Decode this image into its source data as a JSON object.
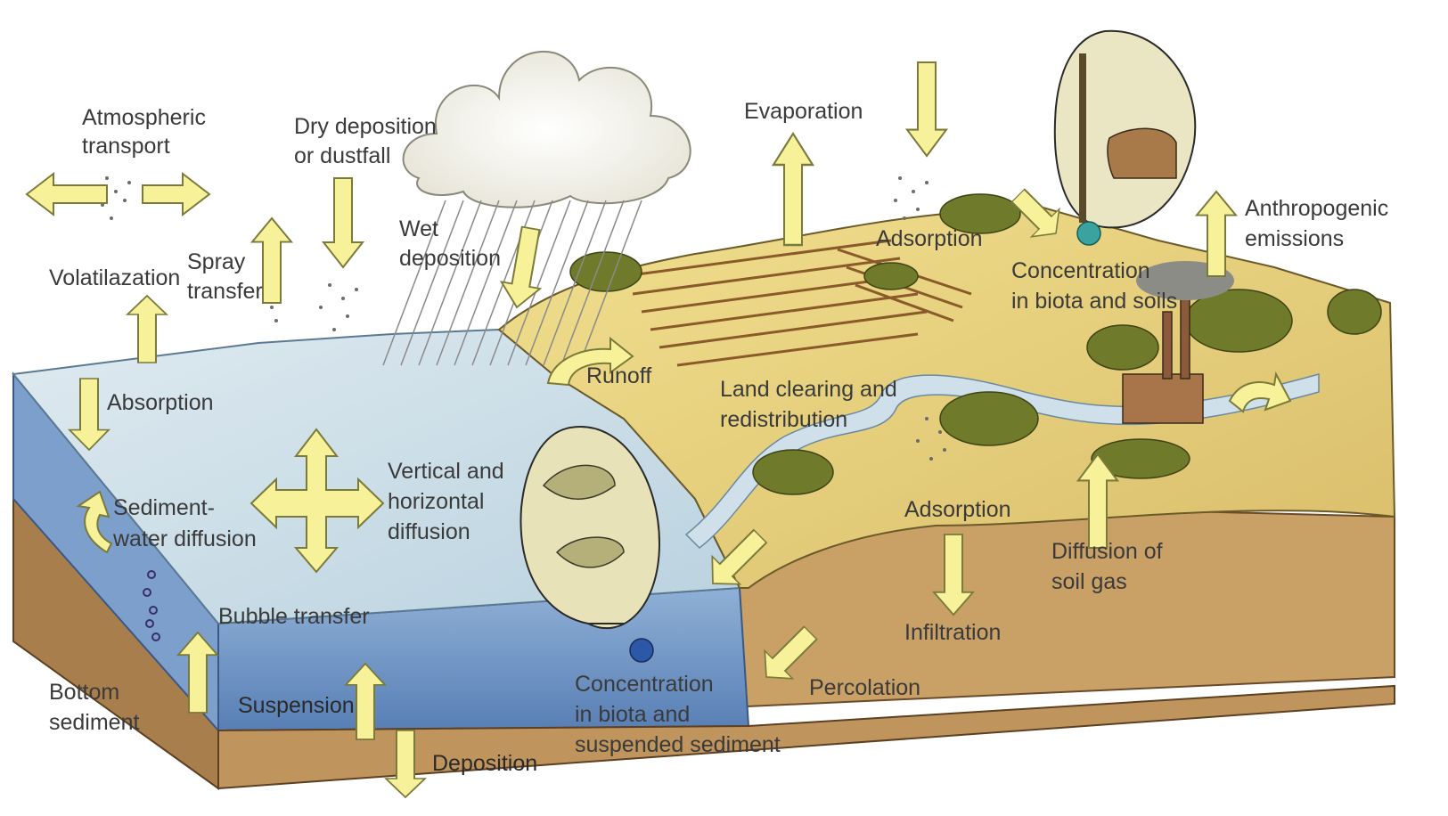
{
  "labels": {
    "atmospheric_transport": [
      "Atmospheric",
      "transport"
    ],
    "dry_deposition": [
      "Dry deposition",
      "or dustfall"
    ],
    "wet_deposition": [
      "Wet",
      "deposition"
    ],
    "evaporation": [
      "Evaporation"
    ],
    "adsorption_top": [
      "Adsorption"
    ],
    "anthropogenic_emissions": [
      "Anthropogenic",
      "emissions"
    ],
    "concentration_soils": [
      "Concentration",
      "in biota and soils"
    ],
    "volatilization": [
      "Volatilazation"
    ],
    "spray_transfer": [
      "Spray",
      "transfer"
    ],
    "runoff": [
      "Runoff"
    ],
    "land_clearing": [
      "Land clearing and",
      "redistribution"
    ],
    "absorption": [
      "Absorption"
    ],
    "vertical_horizontal_diffusion": [
      "Vertical and",
      "horizontal",
      "diffusion"
    ],
    "sediment_water_diffusion": [
      "Sediment-",
      "water diffusion"
    ],
    "adsorption_mid": [
      "Adsorption"
    ],
    "diffusion_soil_gas": [
      "Diffusion of",
      "soil gas"
    ],
    "bubble_transfer": [
      "Bubble transfer"
    ],
    "infiltration": [
      "Infiltration"
    ],
    "percolation": [
      "Percolation"
    ],
    "bottom_sediment": [
      "Bottom",
      "sediment"
    ],
    "suspension": [
      "Suspension"
    ],
    "concentration_sediment": [
      "Concentration",
      "in biota and",
      "suspended sediment"
    ],
    "deposition": [
      "Deposition"
    ]
  },
  "colors": {
    "arrow_fill": "#f7f29a",
    "arrow_stroke": "#7a7a3a",
    "water_top": "#c8dde8",
    "water_side": "#6f94c4",
    "sediment": "#b78a55",
    "land_top": "#e8d27a",
    "land_side": "#c9a066",
    "vegetation": "#7a7a2e"
  }
}
